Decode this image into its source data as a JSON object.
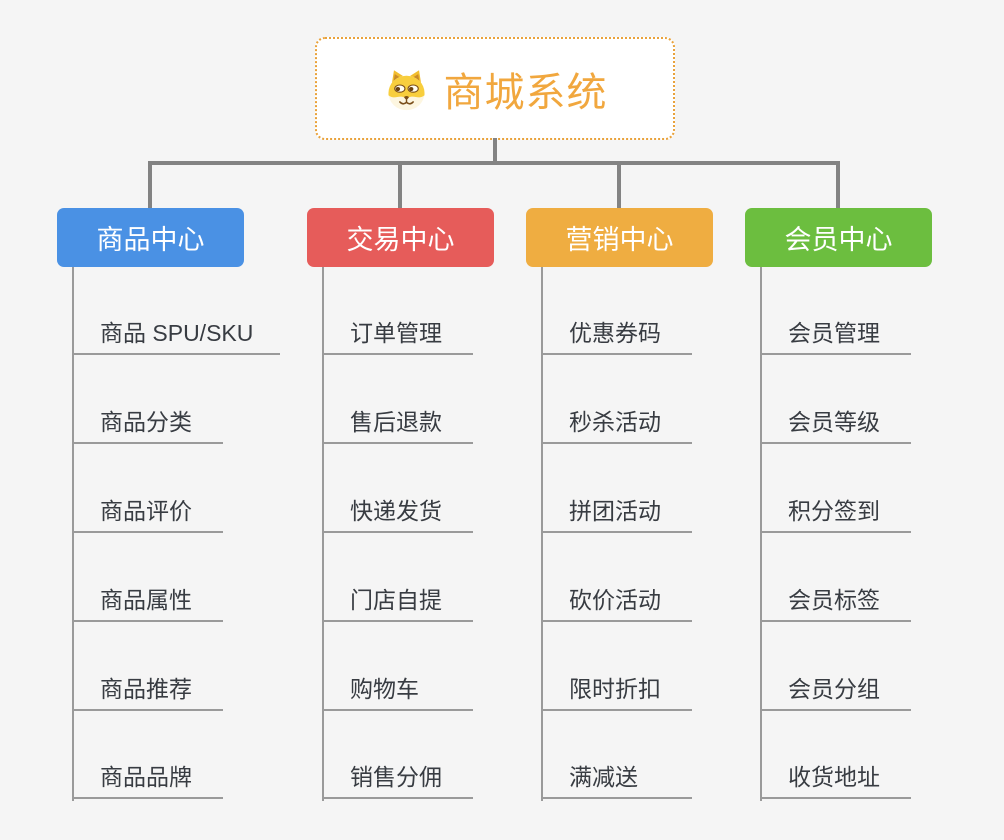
{
  "canvas": {
    "background": "#f5f5f5"
  },
  "root": {
    "title": "商城系统",
    "title_color": "#f1a73e",
    "border_color": "#e9a23b",
    "icon": "shiba-dog-icon"
  },
  "connectors": {
    "tree_line_color": "#838383",
    "leaf_line_color": "#9a9a9a"
  },
  "branches": [
    {
      "label": "商品中心",
      "color": "#4a91e4",
      "children": [
        "商品 SPU/SKU",
        "商品分类",
        "商品评价",
        "商品属性",
        "商品推荐",
        "商品品牌"
      ]
    },
    {
      "label": "交易中心",
      "color": "#e65c5a",
      "children": [
        "订单管理",
        "售后退款",
        "快递发货",
        "门店自提",
        "购物车",
        "销售分佣"
      ]
    },
    {
      "label": "营销中心",
      "color": "#efad41",
      "children": [
        "优惠券码",
        "秒杀活动",
        "拼团活动",
        "砍价活动",
        "限时折扣",
        "满减送"
      ]
    },
    {
      "label": "会员中心",
      "color": "#6cbe3f",
      "children": [
        "会员管理",
        "会员等级",
        "积分签到",
        "会员标签",
        "会员分组",
        "收货地址"
      ]
    }
  ]
}
